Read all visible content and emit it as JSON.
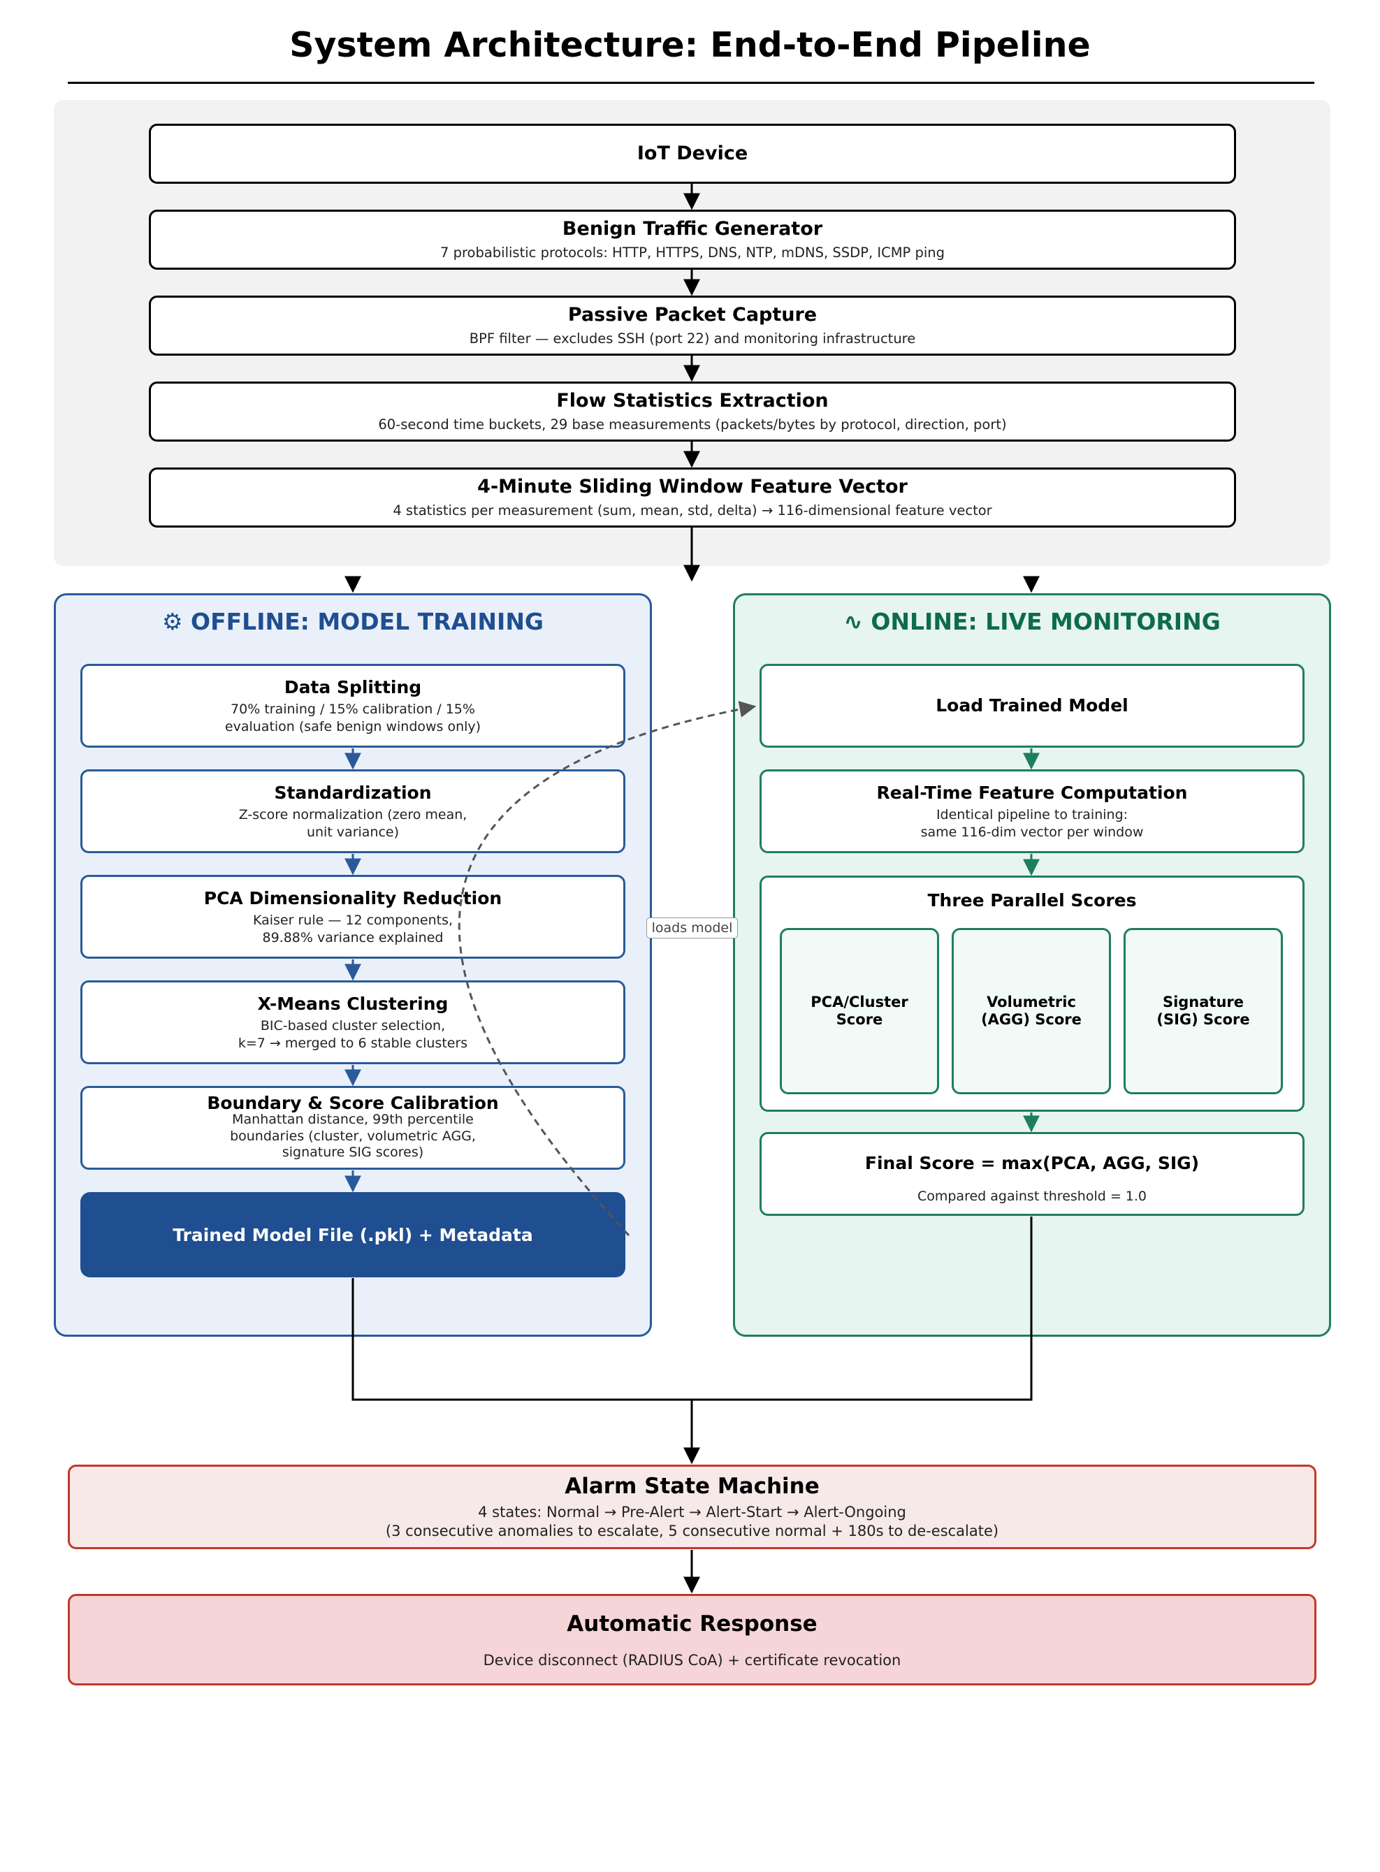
{
  "title": "System Architecture: End-to-End Pipeline",
  "ingest": [
    {
      "title": "IoT Device",
      "sub": ""
    },
    {
      "title": "Benign Traffic Generator",
      "sub": "7 probabilistic protocols: HTTP, HTTPS, DNS, NTP, mDNS, SSDP, ICMP ping"
    },
    {
      "title": "Passive Packet Capture",
      "sub": "BPF filter — excludes SSH (port 22) and monitoring infrastructure"
    },
    {
      "title": "Flow Statistics Extraction",
      "sub": "60-second time buckets, 29 base measurements (packets/bytes by protocol, direction, port)"
    },
    {
      "title": "4-Minute Sliding Window Feature Vector",
      "sub": "4 statistics per measurement (sum, mean, std, delta) → 116-dimensional feature vector"
    }
  ],
  "offline": {
    "icon": "gear-icon",
    "icon_glyph": "⚙",
    "heading": "OFFLINE: MODEL TRAINING",
    "steps": [
      {
        "title": "Data Splitting",
        "sub1": "70% training / 15% calibration / 15%",
        "sub2": "evaluation (safe benign windows only)"
      },
      {
        "title": "Standardization",
        "sub1": "Z-score normalization (zero mean,",
        "sub2": "unit variance)"
      },
      {
        "title": "PCA Dimensionality Reduction",
        "sub1": "Kaiser rule — 12 components,",
        "sub2": "89.88% variance explained"
      },
      {
        "title": "X-Means Clustering",
        "sub1": "BIC-based cluster selection,",
        "sub2": "k=7 → merged to 6 stable clusters"
      },
      {
        "title": "Boundary & Score Calibration",
        "sub1": "Manhattan distance, 99th percentile",
        "sub2": "boundaries (cluster, volumetric AGG,",
        "sub3": "signature SIG scores)"
      }
    ],
    "output": "Trained Model File (.pkl) + Metadata"
  },
  "online": {
    "icon": "wave-icon",
    "icon_glyph": "∿",
    "heading": "ONLINE: LIVE MONITORING",
    "load": "Load Trained Model",
    "realtime": {
      "title": "Real-Time Feature Computation",
      "sub1": "Identical pipeline to training:",
      "sub2": "same 116-dim vector per window"
    },
    "scores_title": "Three Parallel Scores",
    "scores": [
      "PCA/Cluster\nScore",
      "Volumetric\n(AGG) Score",
      "Signature\n(SIG) Score"
    ],
    "final": {
      "title": "Final Score = max(PCA, AGG, SIG)",
      "sub": "Compared against threshold = 1.0"
    }
  },
  "link_label": "loads model",
  "alarm": {
    "title": "Alarm State Machine",
    "sub1": "4 states: Normal → Pre-Alert → Alert-Start → Alert-Ongoing",
    "sub2": "(3 consecutive anomalies to escalate, 5 consecutive normal + 180s to de-escalate)"
  },
  "response": {
    "title": "Automatic Response",
    "sub": "Device disconnect (RADIUS CoA) + certificate revocation"
  },
  "colors": {
    "offline_accent": "#1f4e91",
    "online_accent": "#0e6b4d",
    "alarm_border": "#c0392b",
    "alarm_fill": "#f8e9e9",
    "response_fill": "#f5d5d8"
  }
}
